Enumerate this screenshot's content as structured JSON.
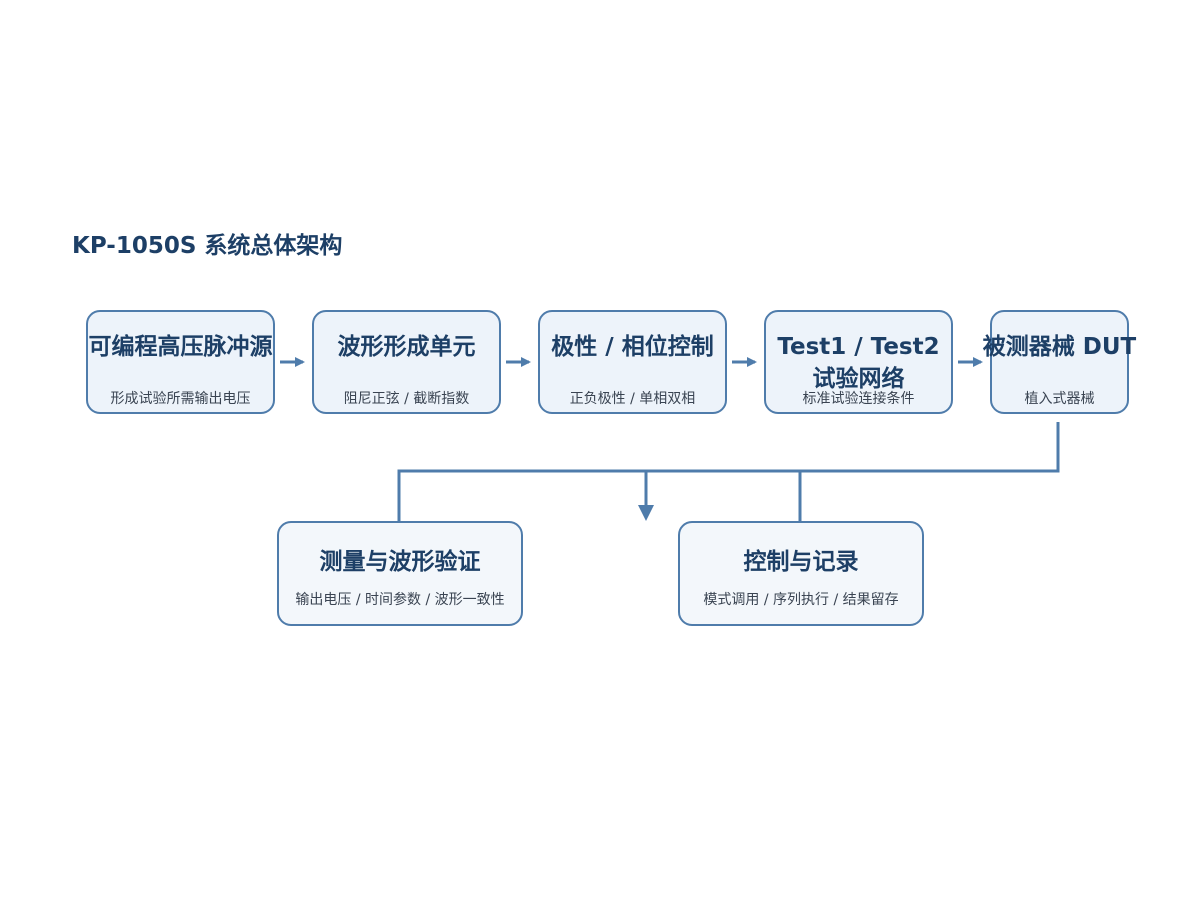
{
  "title": "KP-1050S 系统总体架构",
  "chain": [
    {
      "title": "可编程高压脉冲源",
      "subtitle": "形成试验所需输出电压"
    },
    {
      "title": "波形形成单元",
      "subtitle": "阻尼正弦 / 截断指数"
    },
    {
      "title": "极性 / 相位控制",
      "subtitle": "正负极性 / 单相双相"
    },
    {
      "title_line1": "Test1 / Test2",
      "title_line2": "试验网络",
      "subtitle": "标准试验连接条件"
    },
    {
      "title": "被测器械 DUT",
      "subtitle": "植入式器械"
    }
  ],
  "outputs": [
    {
      "title": "测量与波形验证",
      "subtitle": "输出电压 / 时间参数 / 波形一致性"
    },
    {
      "title": "控制与记录",
      "subtitle": "模式调用 / 序列执行 / 结果留存"
    }
  ],
  "colors": {
    "title": "#1d3f66",
    "border": "#4f7cab",
    "fill": "#edf3fa",
    "connector": "#4f7cab"
  }
}
